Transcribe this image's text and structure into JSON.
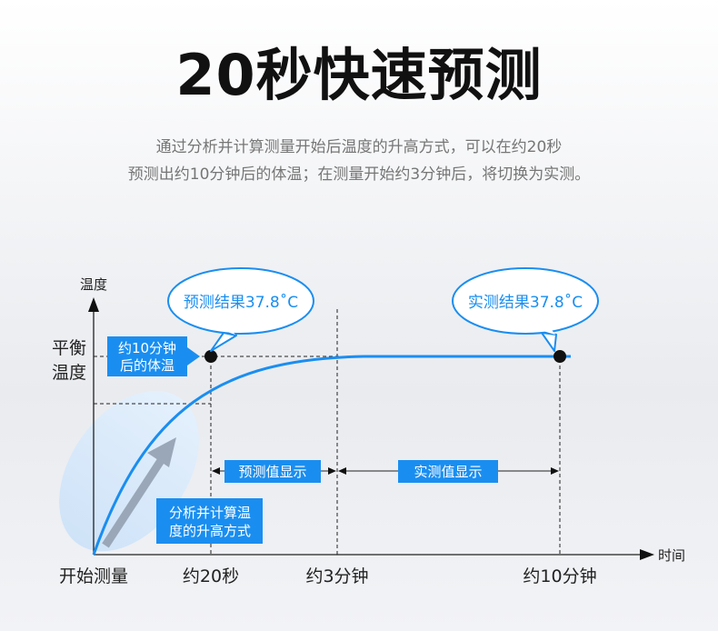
{
  "header": {
    "title": "20秒快速预测",
    "desc_line1": "通过分析并计算测量开始后温度的升高方式，可以在约20秒",
    "desc_line2": "预测出约10分钟后的体温；在测量开始约3分钟后，将切换为实测。"
  },
  "axes": {
    "y_label": "温度",
    "x_label": "时间",
    "y_tick_line1": "平衡",
    "y_tick_line2": "温度",
    "x_ticks": [
      "开始测量",
      "约20秒",
      "约3分钟",
      "约10分钟"
    ]
  },
  "callouts": {
    "predict_result": "预测结果37.8˚C",
    "actual_result": "实测结果37.8˚C",
    "body_temp_line1": "约10分钟",
    "body_temp_line2": "后的体温",
    "analysis_line1": "分析并计算温",
    "analysis_line2": "度的升高方式"
  },
  "phases": {
    "predict_display": "预测值显示",
    "actual_display": "实测值显示"
  },
  "colors": {
    "accent": "#1a8ef0",
    "curve": "#1a8ef0",
    "callout_border": "#1a8ef0",
    "ellipse_fill": "#d7e9fa",
    "arrow_gray": "#9aa7b8"
  }
}
